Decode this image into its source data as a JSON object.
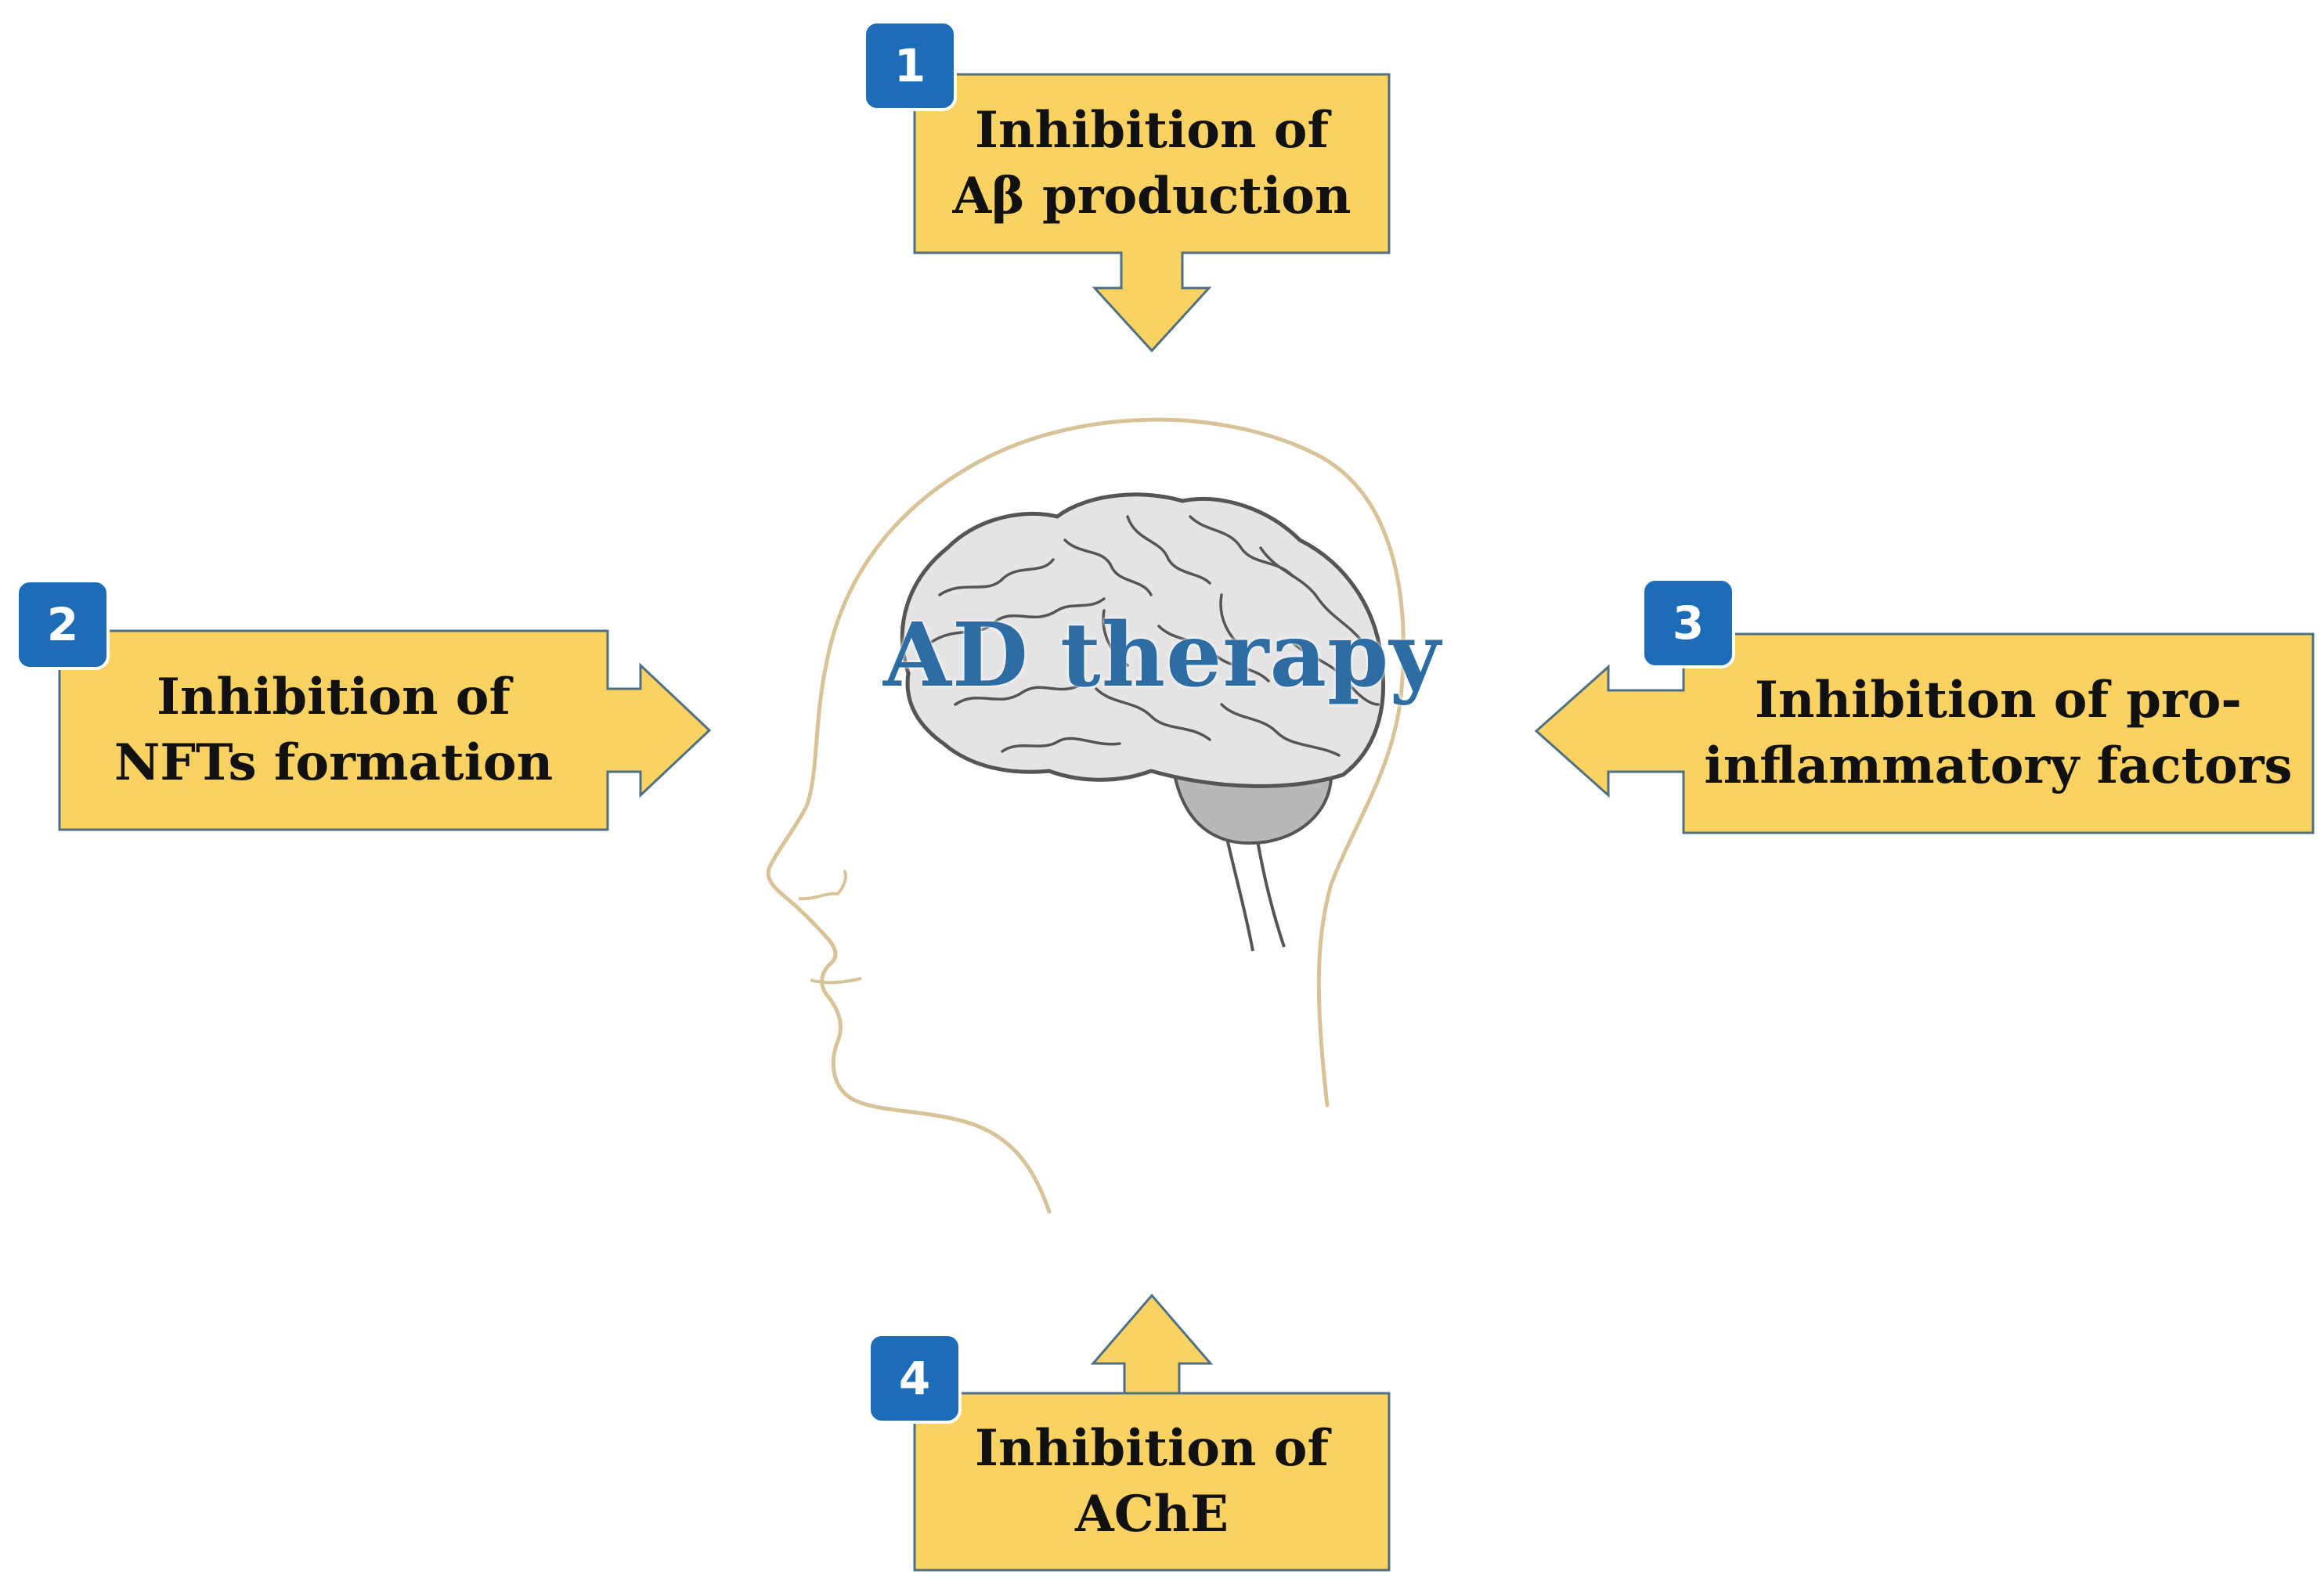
{
  "center": {
    "title": "AD therapy"
  },
  "colors": {
    "box_fill": "#f9d262",
    "box_stroke": "#4f6f82",
    "badge_fill": "#1c6cb7",
    "title_color": "#2e6da4",
    "head_outline": "#d8c398",
    "brain_fill": "#e4e4e4",
    "brain_stroke": "#555555",
    "cerebellum_fill": "#b8b8b8"
  },
  "targets": [
    {
      "number": "1",
      "lines": [
        "Inhibition of",
        "Aβ production"
      ],
      "arrow": "down"
    },
    {
      "number": "2",
      "lines": [
        "Inhibition of",
        "NFTs formation"
      ],
      "arrow": "right"
    },
    {
      "number": "3",
      "lines": [
        "Inhibition of pro-",
        "inflammatory factors"
      ],
      "arrow": "left"
    },
    {
      "number": "4",
      "lines": [
        "Inhibition of",
        "AChE"
      ],
      "arrow": "up"
    }
  ]
}
